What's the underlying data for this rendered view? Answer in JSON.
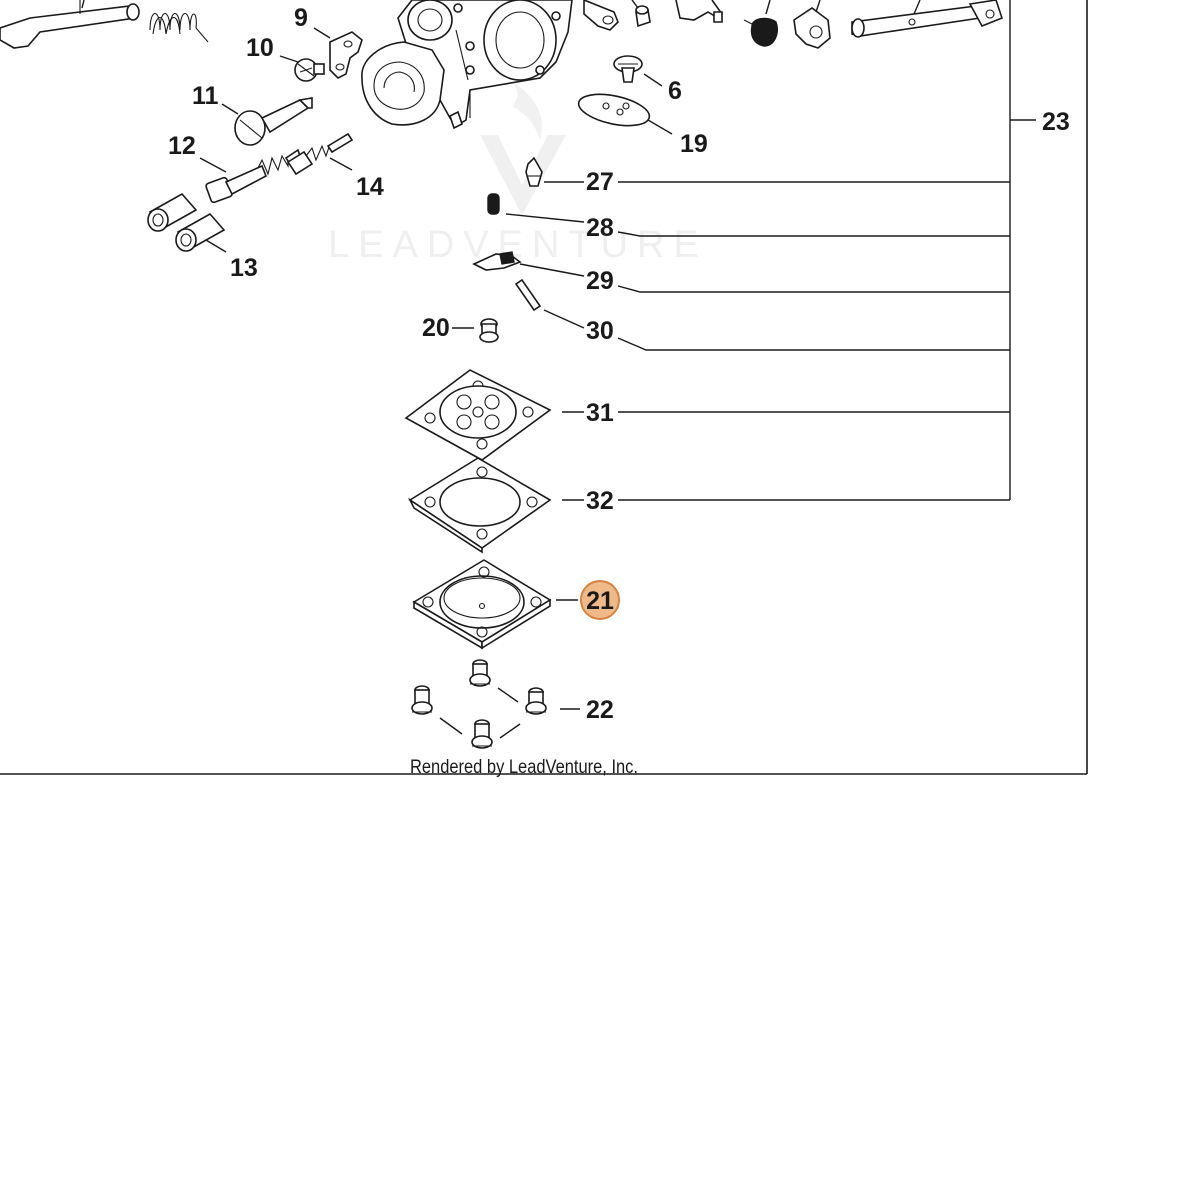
{
  "watermark": "LEADVENTURE",
  "credit": "Rendered by LeadVenture, Inc.",
  "highlight_color": "#f0b98a",
  "highlight_stroke": "#d9823e",
  "callouts": {
    "c6": "6",
    "c9": "9",
    "c10": "10",
    "c11": "11",
    "c12": "12",
    "c13": "13",
    "c14": "14",
    "c19": "19",
    "c20": "20",
    "c21": "21",
    "c22": "22",
    "c23": "23",
    "c27": "27",
    "c28": "28",
    "c29": "29",
    "c30": "30",
    "c31": "31",
    "c32": "32"
  },
  "selected_part": "21"
}
